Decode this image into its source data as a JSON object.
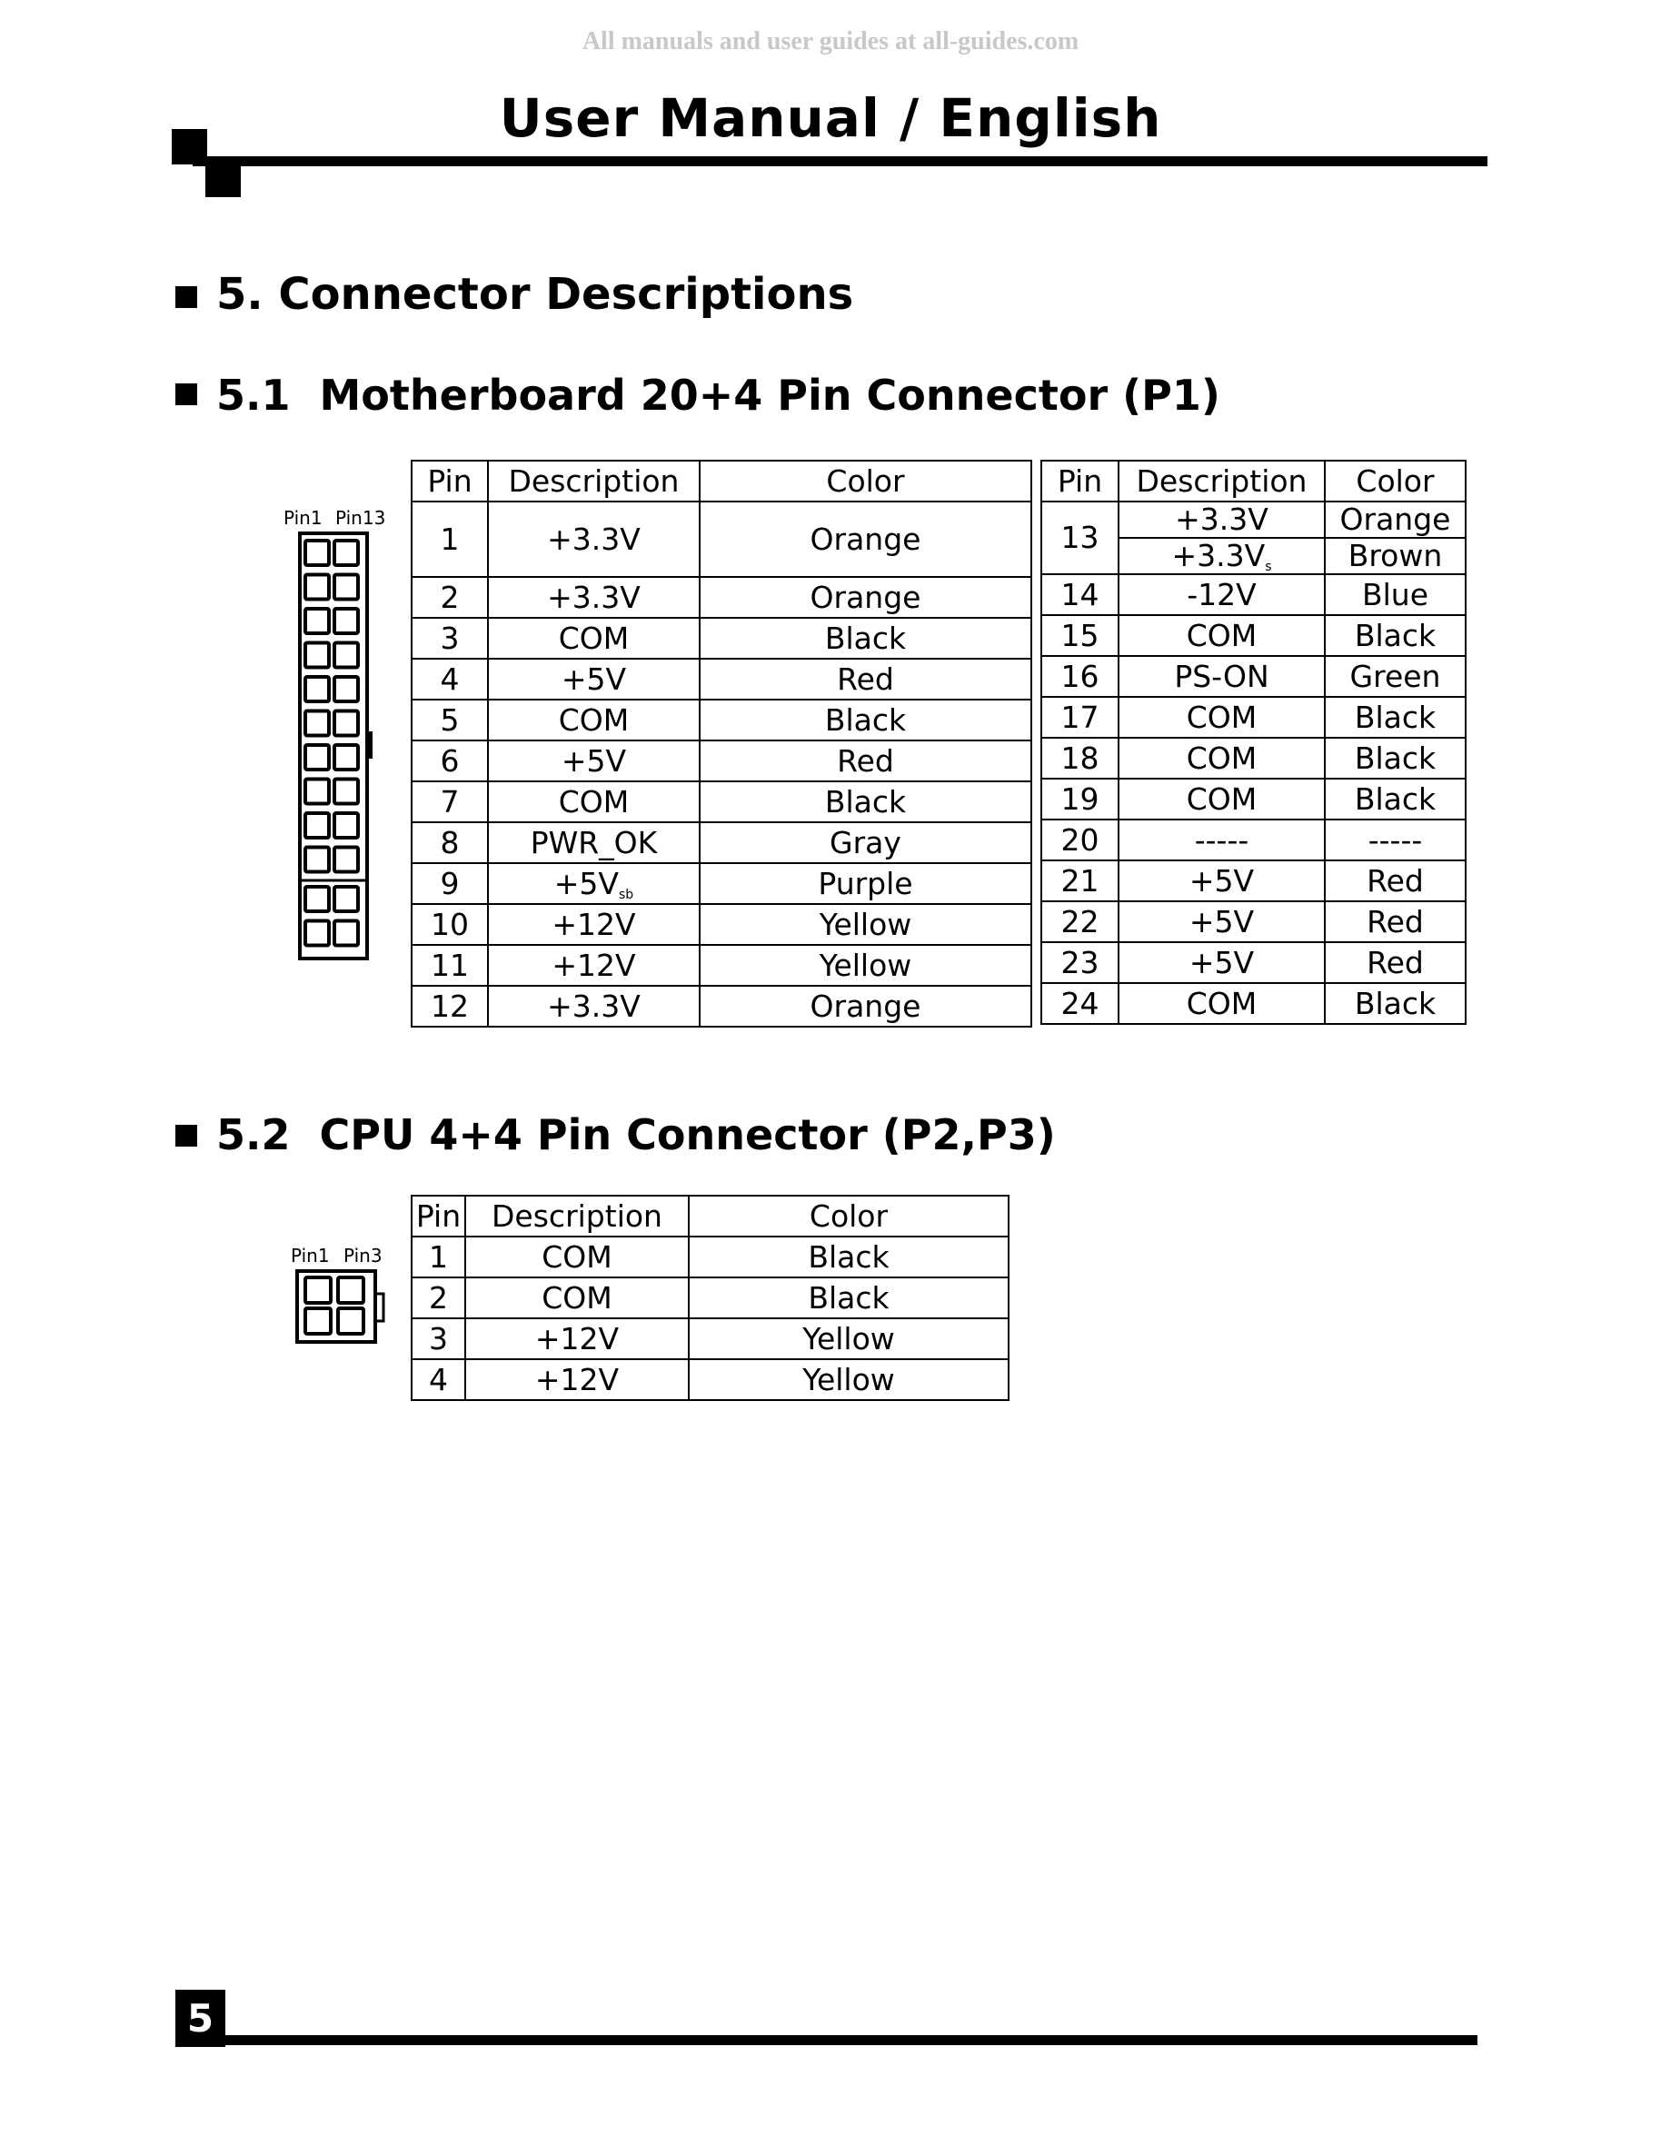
{
  "watermark": "All manuals and user guides at all-guides.com",
  "header": {
    "title": "User Manual / English"
  },
  "section5": {
    "title": "5. Connector Descriptions"
  },
  "section51": {
    "title": "5.1  Motherboard 20+4 Pin Connector (P1)",
    "diagram": {
      "pin1_label": "Pin1",
      "pin13_label": "Pin13"
    },
    "headers": {
      "pin": "Pin",
      "description": "Description",
      "color": "Color"
    },
    "left_rows": [
      {
        "pin": "1",
        "description": "+3.3V",
        "color": "Orange"
      },
      {
        "pin": "2",
        "description": "+3.3V",
        "color": "Orange"
      },
      {
        "pin": "3",
        "description": "COM",
        "color": "Black"
      },
      {
        "pin": "4",
        "description": "+5V",
        "color": "Red"
      },
      {
        "pin": "5",
        "description": "COM",
        "color": "Black"
      },
      {
        "pin": "6",
        "description": "+5V",
        "color": "Red"
      },
      {
        "pin": "7",
        "description": "COM",
        "color": "Black"
      },
      {
        "pin": "8",
        "description": "PWR_OK",
        "color": "Gray"
      },
      {
        "pin": "9",
        "description": "+5V",
        "description_subscript": "sb",
        "color": "Purple"
      },
      {
        "pin": "10",
        "description": "+12V",
        "color": "Yellow"
      },
      {
        "pin": "11",
        "description": "+12V",
        "color": "Yellow"
      },
      {
        "pin": "12",
        "description": "+3.3V",
        "color": "Orange"
      }
    ],
    "right_rows": [
      {
        "pin": "13",
        "entries": [
          {
            "description": "+3.3V",
            "color": "Orange"
          },
          {
            "description": "+3.3V",
            "description_subscript": "s",
            "color": "Brown"
          }
        ]
      },
      {
        "pin": "14",
        "description": "-12V",
        "color": "Blue"
      },
      {
        "pin": "15",
        "description": "COM",
        "color": "Black"
      },
      {
        "pin": "16",
        "description": "PS-ON",
        "color": "Green"
      },
      {
        "pin": "17",
        "description": "COM",
        "color": "Black"
      },
      {
        "pin": "18",
        "description": "COM",
        "color": "Black"
      },
      {
        "pin": "19",
        "description": "COM",
        "color": "Black"
      },
      {
        "pin": "20",
        "description": "-----",
        "color": "-----"
      },
      {
        "pin": "21",
        "description": "+5V",
        "color": "Red"
      },
      {
        "pin": "22",
        "description": "+5V",
        "color": "Red"
      },
      {
        "pin": "23",
        "description": "+5V",
        "color": "Red"
      },
      {
        "pin": "24",
        "description": "COM",
        "color": "Black"
      }
    ]
  },
  "section52": {
    "title": "5.2  CPU 4+4 Pin Connector (P2,P3)",
    "diagram": {
      "pin1_label": "Pin1",
      "pin3_label": "Pin3"
    },
    "headers": {
      "pin": "Pin",
      "description": "Description",
      "color": "Color"
    },
    "rows": [
      {
        "pin": "1",
        "description": "COM",
        "color": "Black"
      },
      {
        "pin": "2",
        "description": "COM",
        "color": "Black"
      },
      {
        "pin": "3",
        "description": "+12V",
        "color": "Yellow"
      },
      {
        "pin": "4",
        "description": "+12V",
        "color": "Yellow"
      }
    ]
  },
  "footer": {
    "page_number": "5"
  }
}
